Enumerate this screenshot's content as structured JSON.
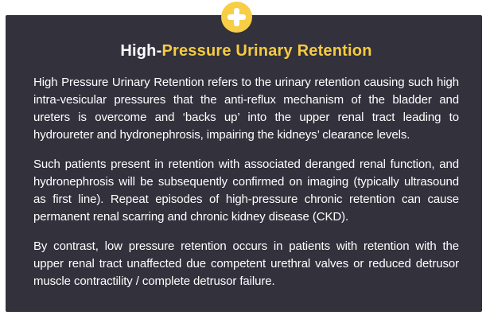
{
  "badge": {
    "icon": "plus-icon"
  },
  "card": {
    "title": {
      "prefix": "High-",
      "highlight": "Pressure Urinary Retention"
    },
    "paragraphs": [
      "High Pressure Urinary Retention refers to the urinary retention causing such high intra-vesicular pressures that the anti-reflux mechanism of the bladder and ureters is overcome and ‘backs up’ into the upper renal tract leading to hydroureter and hydronephrosis, impairing the kidneys’ clearance levels.",
      "Such patients present in retention with associated deranged renal function, and hydronephrosis will be subsequently confirmed on imaging (typically ultrasound as first line). Repeat episodes of high-pressure chronic retention can cause permanent renal scarring and chronic kidney disease (CKD).",
      "By contrast, low pressure retention occurs in patients with retention with the upper renal tract unaffected due competent urethral valves or reduced detrusor muscle contractility / complete detrusor failure."
    ]
  },
  "colors": {
    "page_bg": "#FFFFFF",
    "card_bg": "#32313C",
    "accent": "#F5CB42",
    "badge": "#F8CE46",
    "text": "#FFFFFF"
  }
}
